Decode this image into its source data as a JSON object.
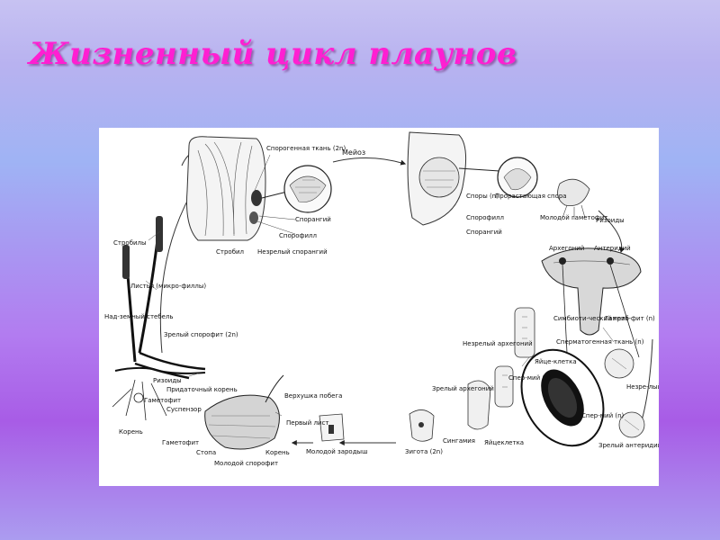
{
  "title": "Жизненный цикл плаунов",
  "colors": {
    "title": "#ff1fd2",
    "panel": "#ffffff"
  },
  "labels": {
    "sporogenous_tissue": "Спорогенная ткань (2n)",
    "meiosis": "Мейоз",
    "spores": "Споры (n)",
    "germinating_spore": "Прорастающая спора",
    "sporophyll_top": "Спорофилл",
    "sporangium_top": "Спорангий",
    "young_gametophyte": "Молодой гаметофит",
    "rhizoids_top": "Ризоиды",
    "sporangium_left": "Спорангий",
    "sporophyll_left": "Спорофилл",
    "immature_sporangium": "Незрелый спорангий",
    "strobilus_label": "Стробил",
    "strobili": "Стробилы",
    "microphyll_leaves": "Листья (микро-филлы)",
    "aerial_stem": "Над-земный стебель",
    "mature_sporophyte": "Зрелый спорофит (2n)",
    "archegonium_top": "Архегоний",
    "antheridium_top": "Антеридий",
    "symbiotic_fungus": "Симбиоти-ческий гриб",
    "gametophyte_n": "Гамето-фит (n)",
    "spermatogenous_tissue": "Сперматогенная ткань (n)",
    "immature_archegonium": "Незрелый архегоний",
    "egg_cell_top": "Яйце-клетка",
    "immature_antheridium": "Незре-лый антеридий",
    "mature_archegonium": "Зрелый архегоний",
    "sperm_left": "Спер-мий (n)",
    "sperm_right": "Спер-мий (n)",
    "mature_antheridium": "Зрелый антеридий",
    "rhizoids_left": "Ризоиды",
    "adventitious_root": "Придаточный корень",
    "gametophyte_small": "Гаметофит",
    "suspensor": "Суспензор",
    "root_bottom": "Корень",
    "shoot_apex": "Верхушка побега",
    "first_leaf": "Первый лист",
    "gametophyte_bottom": "Гаметофит",
    "foot": "Стопа",
    "root_embryo": "Корень",
    "young_sporophyte": "Молодой спорофит",
    "young_embryo": "Молодой зародыш",
    "syngamy": "Сингамия",
    "egg_cell_bottom": "Яйцеклетка",
    "zygote": "Зигота (2n)"
  }
}
